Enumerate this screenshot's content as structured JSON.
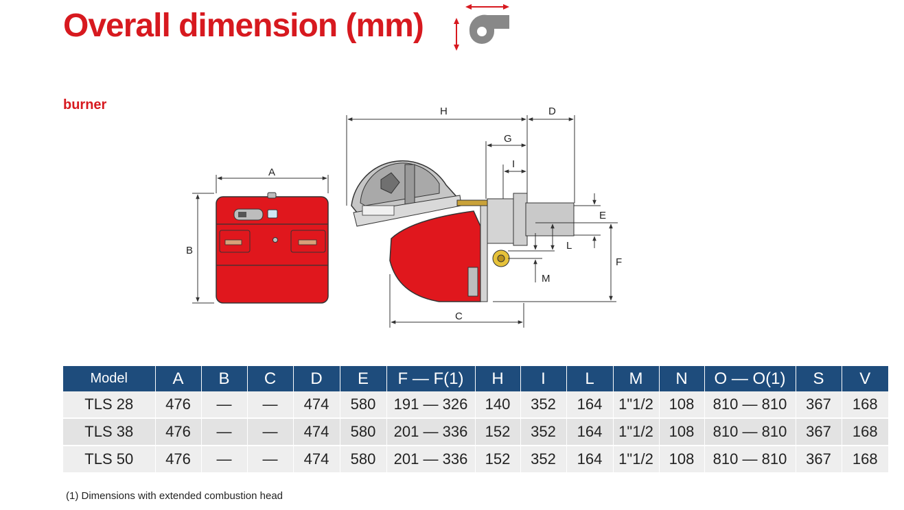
{
  "header": {
    "title": "Overall dimension (mm)"
  },
  "section": {
    "title": "burner"
  },
  "diagram": {
    "labels": {
      "A": "A",
      "B": "B",
      "C": "C",
      "D": "D",
      "E": "E",
      "F": "F",
      "G": "G",
      "H": "H",
      "I": "I",
      "L": "L",
      "M": "M"
    }
  },
  "table": {
    "headers": [
      "Model",
      "A",
      "B",
      "C",
      "D",
      "E",
      "F — F(1)",
      "H",
      "I",
      "L",
      "M",
      "N",
      "O — O(1)",
      "S",
      "V"
    ],
    "rows": [
      [
        "TLS 28",
        "476",
        "—",
        "—",
        "474",
        "580",
        "191 — 326",
        "140",
        "352",
        "164",
        "1\"1/2",
        "108",
        "810 — 810",
        "367",
        "168"
      ],
      [
        "TLS 38",
        "476",
        "—",
        "—",
        "474",
        "580",
        "201 — 336",
        "152",
        "352",
        "164",
        "1\"1/2",
        "108",
        "810 — 810",
        "367",
        "168"
      ],
      [
        "TLS 50",
        "476",
        "—",
        "—",
        "474",
        "580",
        "201 — 336",
        "152",
        "352",
        "164",
        "1\"1/2",
        "108",
        "810 — 810",
        "367",
        "168"
      ]
    ]
  },
  "footnote": "(1) Dimensions with extended combustion head",
  "colors": {
    "accent_red": "#d7191f",
    "header_blue": "#1e4c7c",
    "burner_red": "#e0171d",
    "row_light": "#eeeeee",
    "row_dark": "#e3e3e3"
  },
  "icons": [
    "dimension-arrows-icon",
    "fan-housing-icon"
  ]
}
